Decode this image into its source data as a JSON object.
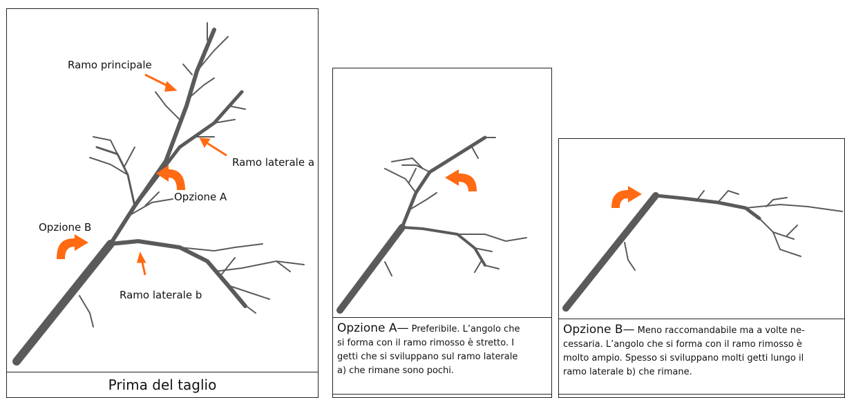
{
  "panels": {
    "before": {
      "caption": "Prima del taglio",
      "labels": {
        "main_branch": "Ramo principale",
        "side_branch_a": "Ramo laterale a",
        "option_a": "Opzione A",
        "option_b": "Opzione B",
        "side_branch_b": "Ramo laterale b"
      }
    },
    "option_a": {
      "title": "Opzione A",
      "dash": "—",
      "text_lines": [
        "Preferibile. L’angolo che",
        "si forma con il ramo rimosso è stretto. I",
        "getti che si sviluppano sul ramo laterale",
        "a) che rimane sono pochi."
      ]
    },
    "option_b": {
      "title": "Opzione B",
      "dash": "—",
      "text_lines": [
        "Meno raccomandabile ma a volte ne-",
        "cessaria. L’angolo che si forma con il ramo rimosso è",
        "molto ampio. Spesso si sviluppano molti getti lungo il",
        "ramo laterale b) che rimane."
      ]
    }
  },
  "colors": {
    "branch": "#5a5a5a",
    "arrow": "#ff6a13",
    "border": "#222222"
  }
}
